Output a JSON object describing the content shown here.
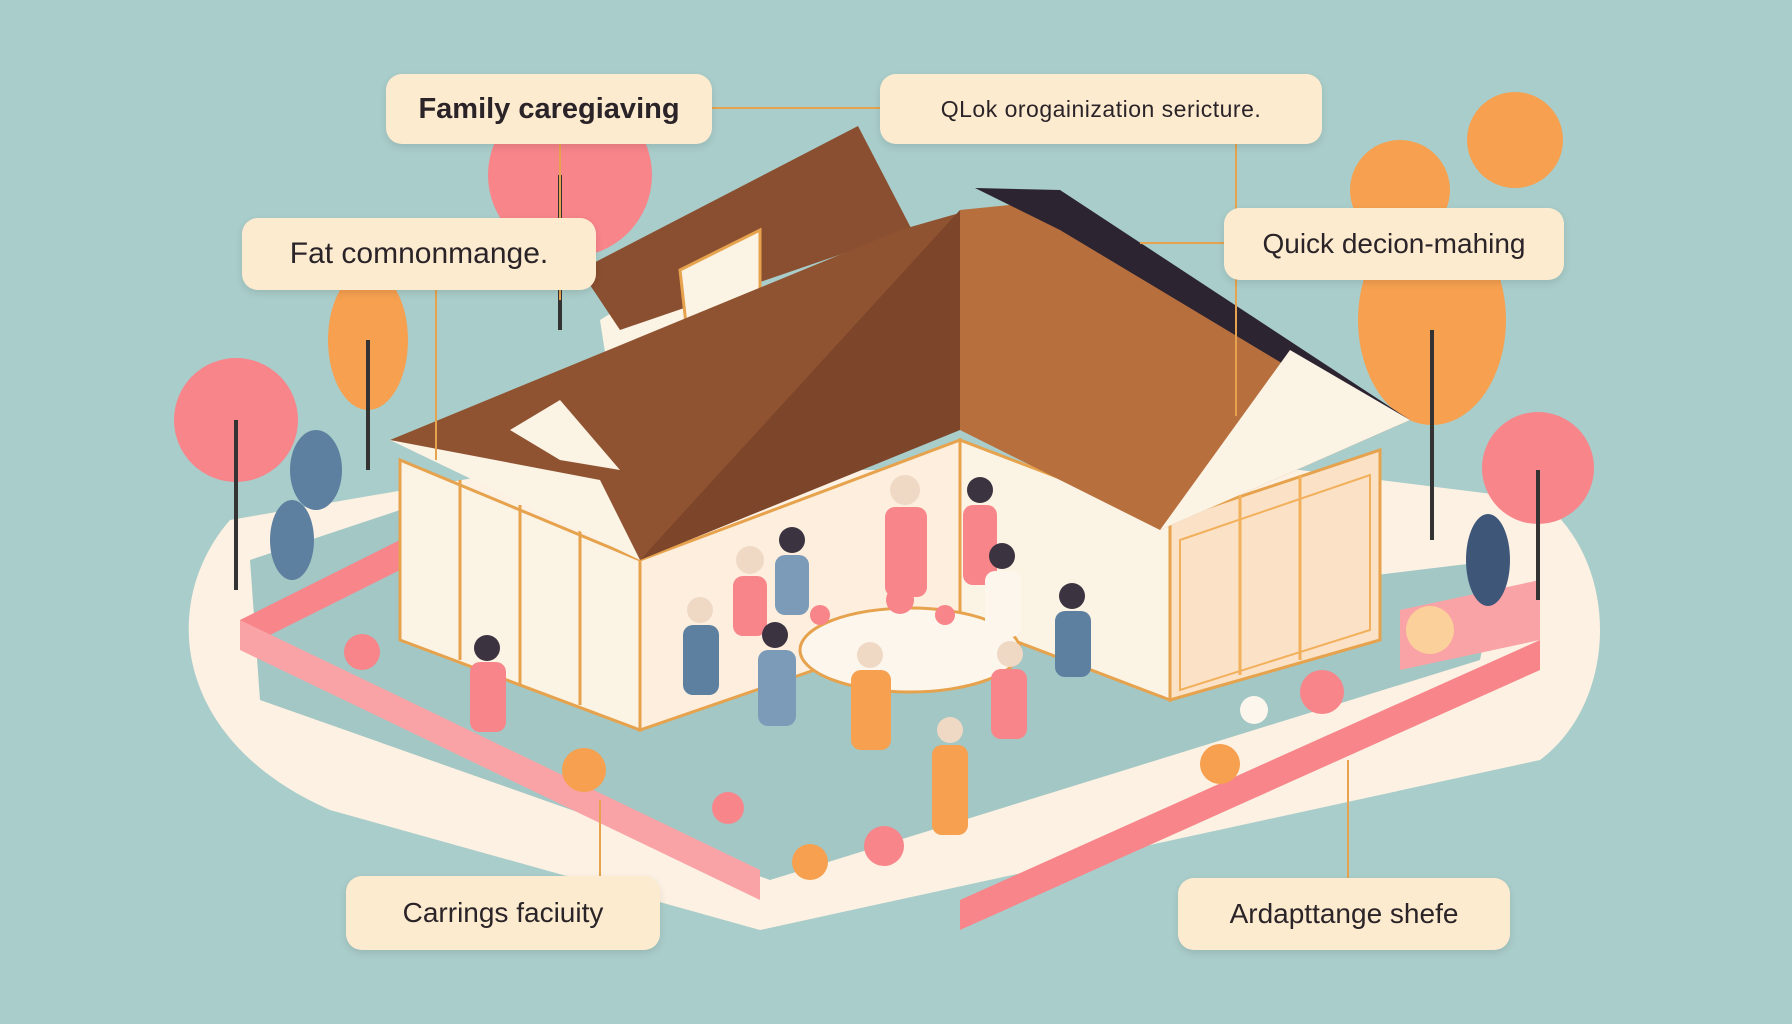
{
  "callouts": {
    "family_caregiving": "Family caregiaving",
    "organization_structure": "QLok orogainization sericture.",
    "fat_communication": "Fat comnonmange.",
    "quick_decision": "Quick decion-mahing",
    "caring_facility": "Carrings faciuity",
    "adaptive_shelf": "Ardapttange shefe"
  },
  "colors": {
    "background": "#a9cdca",
    "callout_fill": "#fdebd0",
    "roof": "#9a5e3a",
    "wall": "#fbf3e4",
    "pink": "#f7858a",
    "orange": "#f6a050"
  }
}
